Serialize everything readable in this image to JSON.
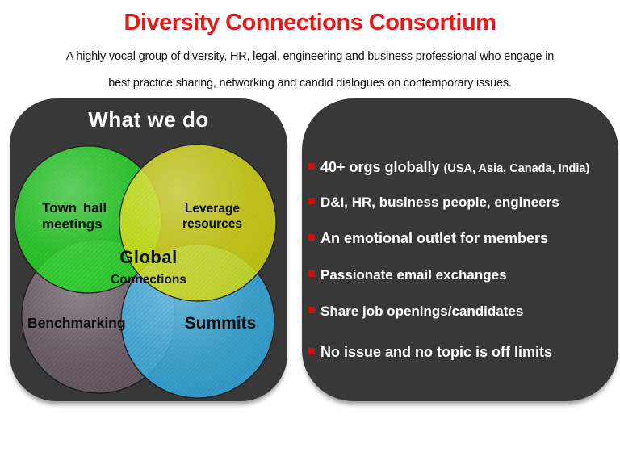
{
  "header": {
    "title": "Diversity Connections Consortium",
    "title_color": "#e41b1b",
    "subtitle_line1": "A highly vocal group of diversity, HR, legal, engineering and business professional who engage in",
    "subtitle_line2": "best practice sharing, networking and candid dialogues on contemporary issues."
  },
  "left_panel": {
    "heading": "What we do",
    "panel_color": "#383838",
    "venn": {
      "town_hall": {
        "line1": "Town hall",
        "line2": "meetings",
        "color": "#12d412"
      },
      "leverage": {
        "line1": "Leverage",
        "line2": "resources",
        "color": "#d4d500"
      },
      "center": {
        "line1": "Global",
        "line2": "Connections"
      },
      "benchmarking": {
        "label": "Benchmarking",
        "color": "#65545f"
      },
      "summits": {
        "label": "Summits",
        "color": "#27a8e0"
      }
    }
  },
  "right_panel": {
    "panel_color": "#383838",
    "bullet_color": "#cc1111",
    "bullets": [
      {
        "text": "40+ orgs globally",
        "suffix": "(USA, Asia, Canada, India)"
      },
      {
        "text": "D&I, HR, business people, engineers",
        "suffix": ""
      },
      {
        "text": "An emotional outlet for members",
        "suffix": ""
      },
      {
        "text": "Passionate email exchanges",
        "suffix": ""
      },
      {
        "text": "Share job openings/candidates",
        "suffix": ""
      },
      {
        "text": "No issue and no topic is off limits",
        "suffix": ""
      }
    ]
  }
}
